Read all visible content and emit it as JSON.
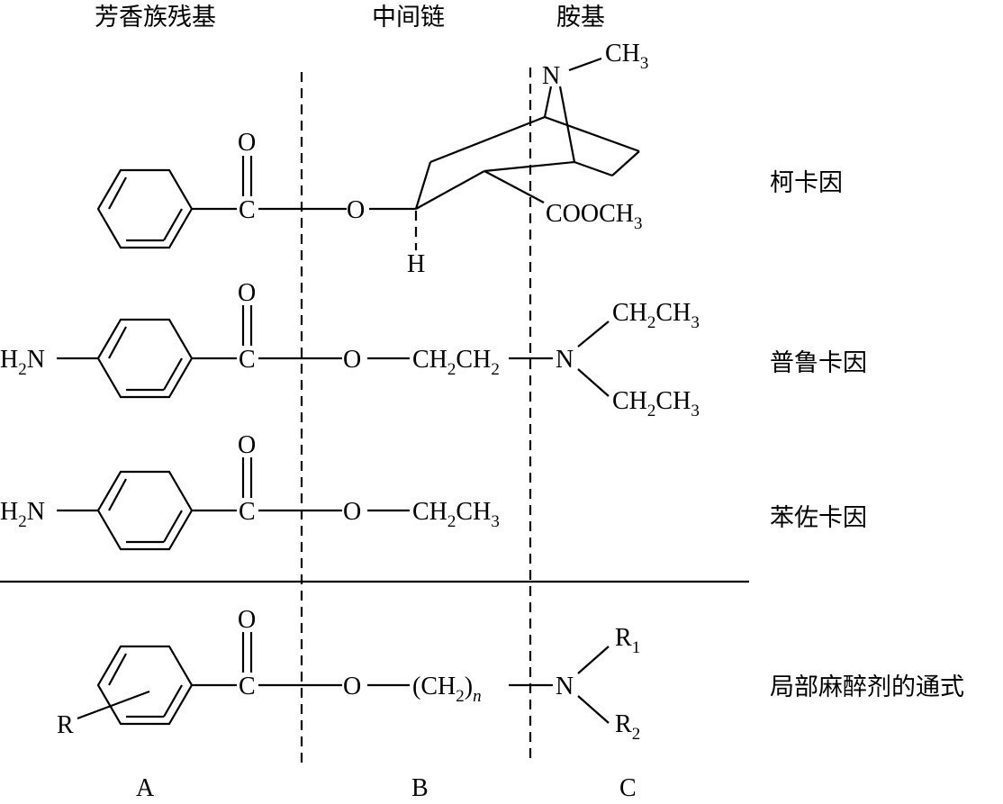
{
  "headers": {
    "aromatic": "芳香族残基",
    "chain": "中间链",
    "amine": "胺基"
  },
  "compounds": [
    {
      "name": "柯卡因"
    },
    {
      "name": "普鲁卡因"
    },
    {
      "name": "苯佐卡因"
    },
    {
      "name": "局部麻醉剂的通式"
    }
  ],
  "bottom_labels": [
    "A",
    "B",
    "C"
  ],
  "atoms": {
    "O": "O",
    "C": "C",
    "N": "N",
    "H": "H",
    "CH": "CH",
    "COOCH": "COOCH",
    "H2N_H": "H",
    "H2N_N": "N",
    "ethyl_CH": "CH",
    "ethyl_CH3": "CH",
    "ch2ch2_a": "CH",
    "ch2ch2_b": "CH",
    "paren_open": "(CH",
    "paren_close": ")",
    "n": "n",
    "R": "R",
    "R1": "R",
    "R2": "R"
  },
  "subscripts": {
    "two": "2",
    "three": "3",
    "one": "1"
  }
}
